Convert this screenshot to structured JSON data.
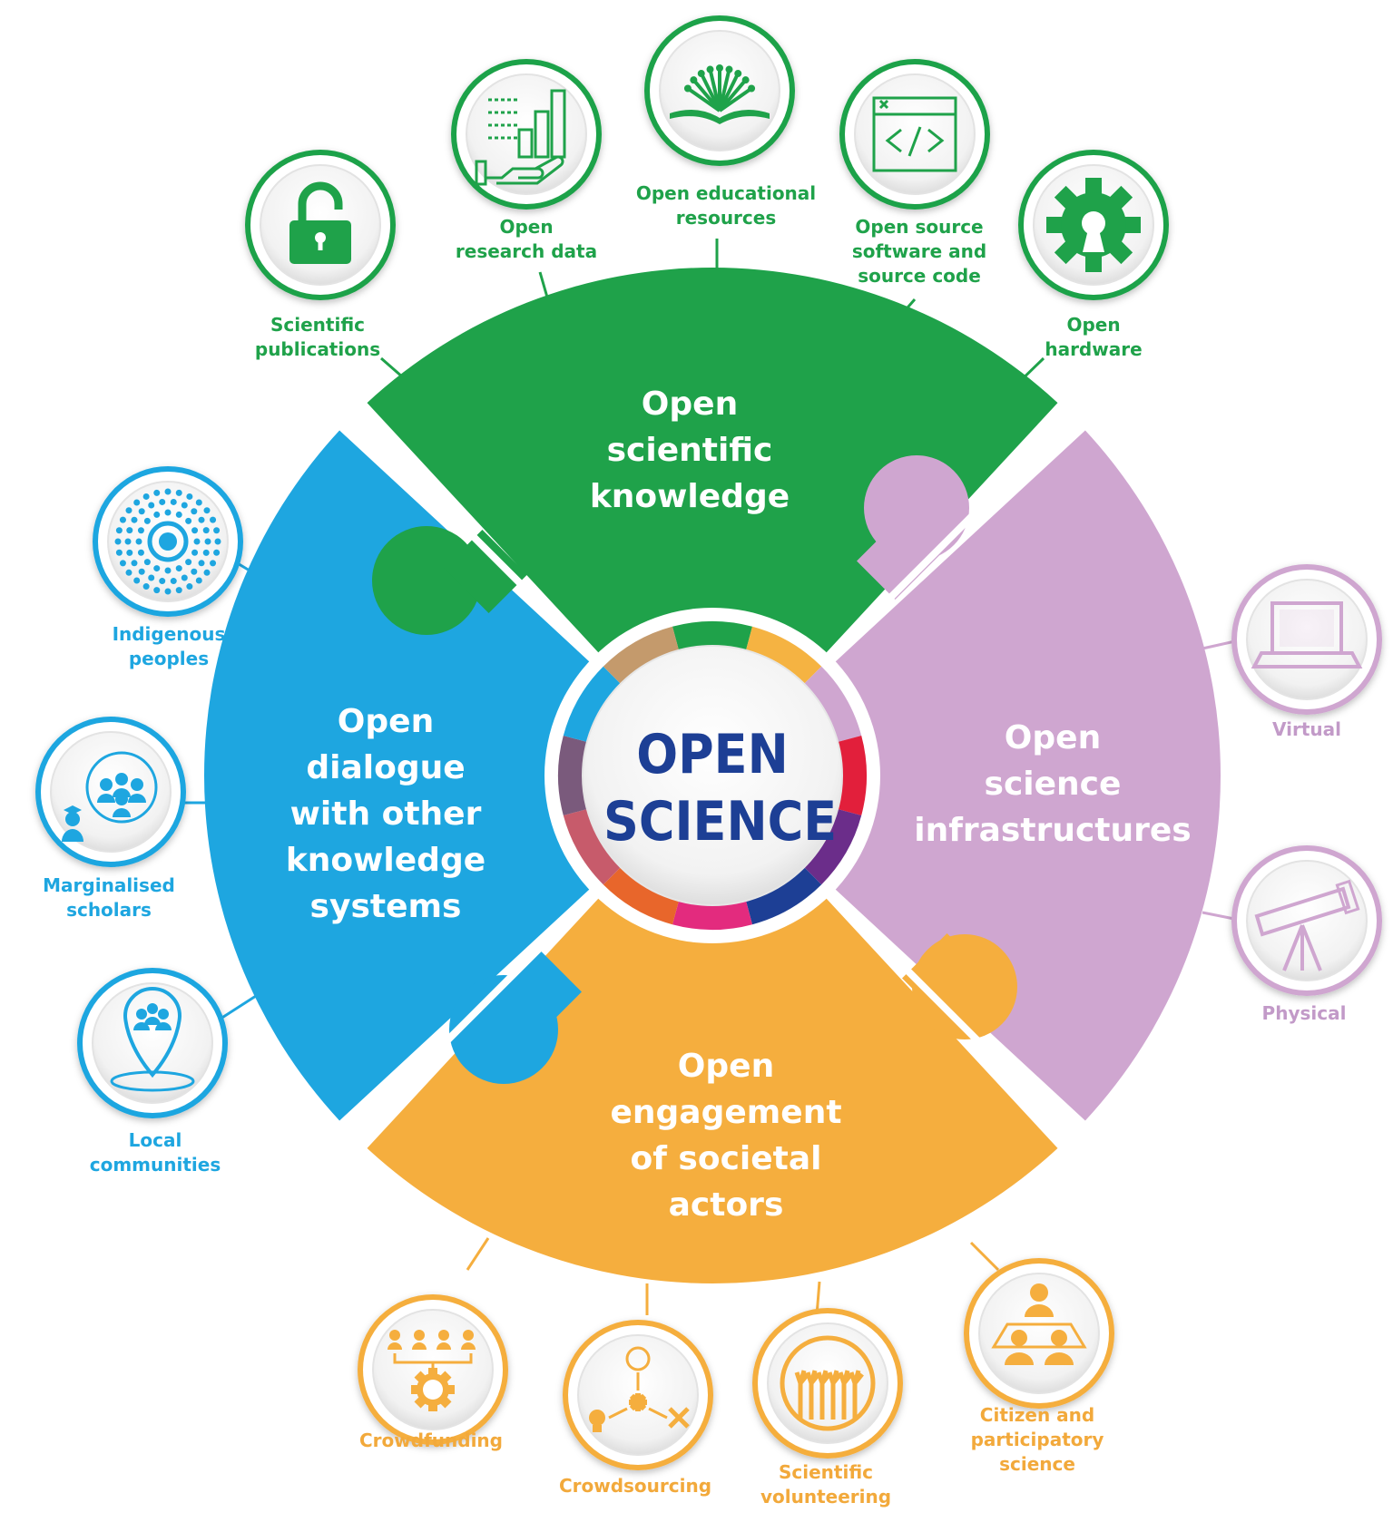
{
  "center": {
    "line1": "OPEN",
    "line2": "SCIENCE"
  },
  "pillars": {
    "knowledge": "Open\nscientific\nknowledge",
    "dialogue": "Open\ndialogue\nwith other\nknowledge\nsystems",
    "infrastructures": "Open\nscience\ninfrastructures",
    "engagement": "Open\nengagement\nof societal\nactors"
  },
  "green_items": [
    {
      "label": "Scientific\npublications",
      "icon": "unlocked-padlock-icon"
    },
    {
      "label": "Open\nresearch data",
      "icon": "data-chart-hand-icon"
    },
    {
      "label": "Open educational\nresources",
      "icon": "open-book-icon"
    },
    {
      "label": "Open source\nsoftware and\nsource code",
      "icon": "code-window-icon"
    },
    {
      "label": "Open\nhardware",
      "icon": "gear-icon"
    }
  ],
  "blue_items": [
    {
      "label": "Indigenous\npeoples",
      "icon": "dot-circle-pattern-icon"
    },
    {
      "label": "Marginalised\nscholars",
      "icon": "scholars-group-icon"
    },
    {
      "label": "Local\ncommunities",
      "icon": "community-pin-icon"
    }
  ],
  "purple_items": [
    {
      "label": "Virtual",
      "icon": "laptop-icon"
    },
    {
      "label": "Physical",
      "icon": "telescope-icon"
    }
  ],
  "orange_items": [
    {
      "label": "Crowdfunding",
      "icon": "crowdfunding-icon"
    },
    {
      "label": "Crowdsourcing",
      "icon": "crowdsourcing-icon"
    },
    {
      "label": "Scientific\nvolunteering",
      "icon": "raised-hands-icon"
    },
    {
      "label": "Citizen and\nparticipatory\nscience",
      "icon": "meeting-icon"
    }
  ],
  "colors": {
    "green": "#1fa24a",
    "blue": "#1ea6e0",
    "purple": "#cfa6d0",
    "orange": "#f5ae3e",
    "navy": "#1d3f95"
  },
  "ring_colors": [
    "#1fa24a",
    "#f5b342",
    "#cfa6d0",
    "#e21f3b",
    "#6b2d8a",
    "#1d3f95",
    "#e32b7e",
    "#e8662b",
    "#c75b6b",
    "#7a5a7c",
    "#1ea6e0",
    "#c49a6c"
  ]
}
